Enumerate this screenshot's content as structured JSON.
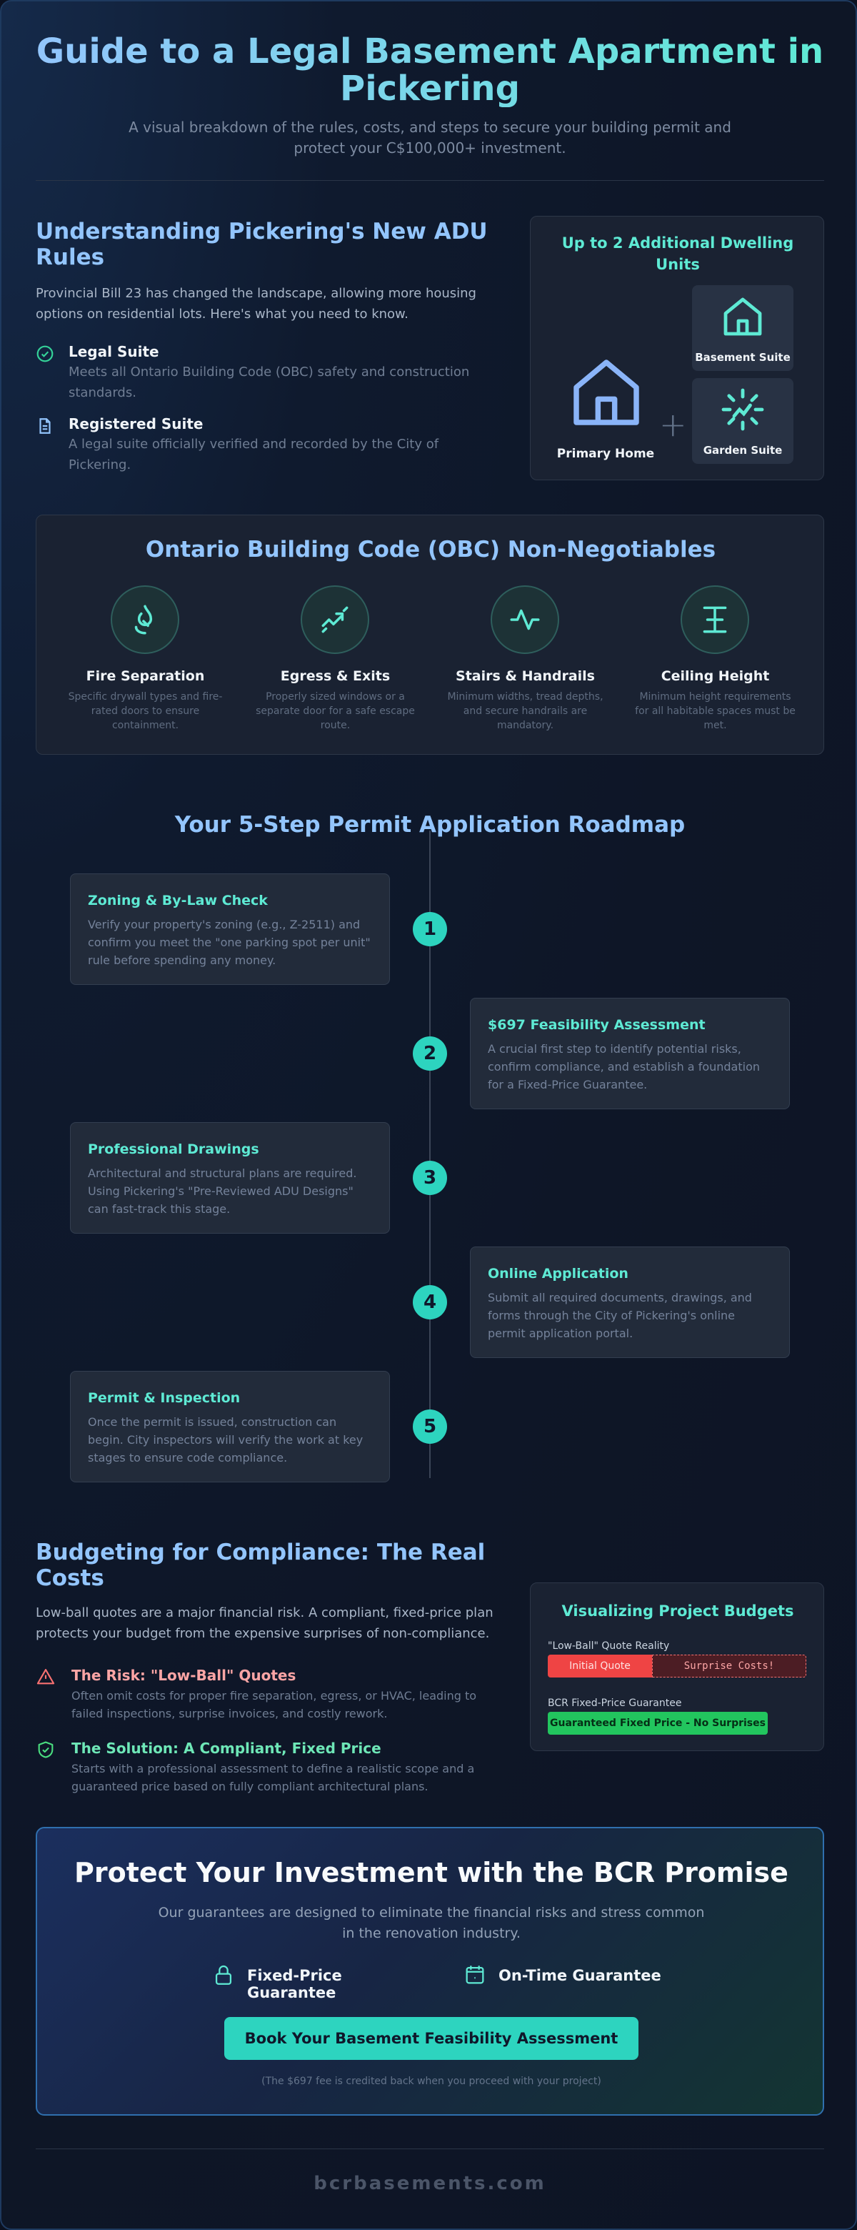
{
  "hero": {
    "title": "Guide to a Legal Basement Apartment in Pickering",
    "subtitle": "A visual breakdown of the rules, costs, and steps to secure your building permit and protect your C$100,000+ investment."
  },
  "adu": {
    "heading": "Understanding Pickering's New ADU Rules",
    "intro": "Provincial Bill 23 has changed the landscape, allowing more housing options on residential lots. Here's what you need to know.",
    "items": [
      {
        "title": "Legal Suite",
        "desc": "Meets all Ontario Building Code (OBC) safety and construction standards.",
        "icon": "check-circle-icon"
      },
      {
        "title": "Registered Suite",
        "desc": "A legal suite officially verified and recorded by the City of Pickering.",
        "icon": "document-icon"
      }
    ],
    "card": {
      "title": "Up to 2 Additional Dwelling Units",
      "primary_label": "Primary Home",
      "basement_label": "Basement Suite",
      "garden_label": "Garden Suite"
    }
  },
  "obc": {
    "heading": "Ontario Building Code (OBC) Non-Negotiables",
    "items": [
      {
        "title": "Fire Separation",
        "desc": "Specific drywall types and fire-rated doors to ensure containment.",
        "icon": "flame-icon"
      },
      {
        "title": "Egress & Exits",
        "desc": "Properly sized windows or a separate door for a safe escape route.",
        "icon": "exit-arrows-icon"
      },
      {
        "title": "Stairs & Handrails",
        "desc": "Minimum widths, tread depths, and secure handrails are mandatory.",
        "icon": "pulse-icon"
      },
      {
        "title": "Ceiling Height",
        "desc": "Minimum height requirements for all habitable spaces must be met.",
        "icon": "height-icon"
      }
    ]
  },
  "roadmap": {
    "heading": "Your 5-Step Permit Application Roadmap",
    "steps": [
      {
        "num": "1",
        "title": "Zoning & By-Law Check",
        "desc": "Verify your property's zoning (e.g., Z-2511) and confirm you meet the \"one parking spot per unit\" rule before spending any money."
      },
      {
        "num": "2",
        "title": "$697 Feasibility Assessment",
        "desc": "A crucial first step to identify potential risks, confirm compliance, and establish a foundation for a Fixed-Price Guarantee."
      },
      {
        "num": "3",
        "title": "Professional Drawings",
        "desc": "Architectural and structural plans are required. Using Pickering's \"Pre-Reviewed ADU Designs\" can fast-track this stage."
      },
      {
        "num": "4",
        "title": "Online Application",
        "desc": "Submit all required documents, drawings, and forms through the City of Pickering's online permit application portal."
      },
      {
        "num": "5",
        "title": "Permit & Inspection",
        "desc": "Once the permit is issued, construction can begin. City inspectors will verify the work at key stages to ensure code compliance."
      }
    ]
  },
  "budget": {
    "heading": "Budgeting for Compliance: The Real Costs",
    "intro": "Low-ball quotes are a major financial risk. A compliant, fixed-price plan protects your budget from the expensive surprises of non-compliance.",
    "risk": {
      "title": "The Risk: \"Low-Ball\" Quotes",
      "desc": "Often omit costs for proper fire separation, egress, or HVAC, leading to failed inspections, surprise invoices, and costly rework."
    },
    "solution": {
      "title": "The Solution: A Compliant, Fixed Price",
      "desc": "Starts with a professional assessment to define a realistic scope and a guaranteed price based on fully compliant architectural plans."
    },
    "card": {
      "title": "Visualizing Project Budgets",
      "lowball_label": "\"Low-Ball\" Quote Reality",
      "initial_quote": "Initial Quote",
      "surprise_costs": "Surprise Costs!",
      "bcr_label": "BCR Fixed-Price Guarantee",
      "bcr_bar": "Guaranteed Fixed Price - No Surprises"
    }
  },
  "cta": {
    "title": "Protect Your Investment with the BCR Promise",
    "sub": "Our guarantees are designed to eliminate the financial risks and stress common in the renovation industry.",
    "guarantee_fixed": "Fixed-Price Guarantee",
    "guarantee_time": "On-Time Guarantee",
    "button": "Book Your Basement Feasibility Assessment",
    "note": "(The $697 fee is credited back when you proceed with your project)"
  },
  "footer": {
    "domain": "bcrbasements.com"
  },
  "colors": {
    "accent_teal": "#2dd4bf",
    "accent_blue": "#93c5fd",
    "risk_red": "#ef4444",
    "safe_green": "#22c55e"
  }
}
